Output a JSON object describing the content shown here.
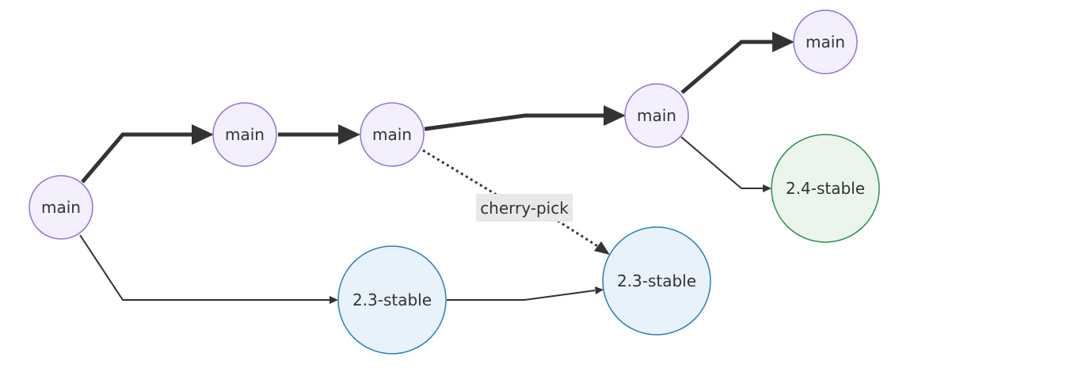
{
  "colors": {
    "main_fill": "#f3effd",
    "main_stroke": "#9370db",
    "stable23_fill": "#e8f2fb",
    "stable23_stroke": "#2b7bbf",
    "stable24_fill": "#ebf5ec",
    "stable24_stroke": "#2e8b4f",
    "edge": "#333333",
    "label_bg": "#e8e8e8"
  },
  "diagram": {
    "nodes": [
      {
        "id": "n1",
        "label": "main",
        "branch": "main"
      },
      {
        "id": "n2",
        "label": "main",
        "branch": "main"
      },
      {
        "id": "n3",
        "label": "main",
        "branch": "main"
      },
      {
        "id": "n4",
        "label": "main",
        "branch": "main"
      },
      {
        "id": "n5",
        "label": "main",
        "branch": "main"
      },
      {
        "id": "n6",
        "label": "2.3-stable",
        "branch": "2.3-stable"
      },
      {
        "id": "n7",
        "label": "2.3-stable",
        "branch": "2.3-stable"
      },
      {
        "id": "n8",
        "label": "2.4-stable",
        "branch": "2.4-stable"
      }
    ],
    "edges": [
      {
        "from": "n1",
        "to": "n2",
        "style": "thick"
      },
      {
        "from": "n2",
        "to": "n3",
        "style": "thick"
      },
      {
        "from": "n3",
        "to": "n4",
        "style": "thick"
      },
      {
        "from": "n4",
        "to": "n5",
        "style": "thick"
      },
      {
        "from": "n1",
        "to": "n6",
        "style": "normal"
      },
      {
        "from": "n6",
        "to": "n7",
        "style": "normal"
      },
      {
        "from": "n4",
        "to": "n8",
        "style": "normal"
      },
      {
        "from": "n3",
        "to": "n7",
        "style": "dotted",
        "label": "cherry-pick"
      }
    ]
  }
}
